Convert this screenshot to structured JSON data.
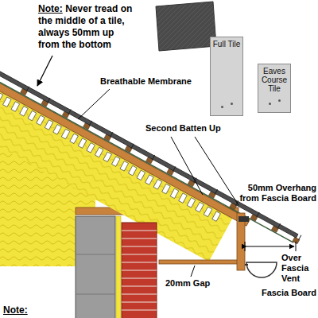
{
  "diagram": {
    "nodes": [
      {
        "text": [
          "Full Tile"
        ]
      },
      {
        "text": [
          "Eaves Course Tile"
        ]
      }
    ],
    "labels": [
      "Note:",
      "Never tread on the middle of a tile, always 50mm up from the bottom",
      "Breathable Membrane",
      "Second Batten Up",
      "50mm Overhang from Fascia Board",
      "Over Fascia Vent",
      "Fascia Board",
      "20mm Gap",
      "Note:"
    ]
  }
}
